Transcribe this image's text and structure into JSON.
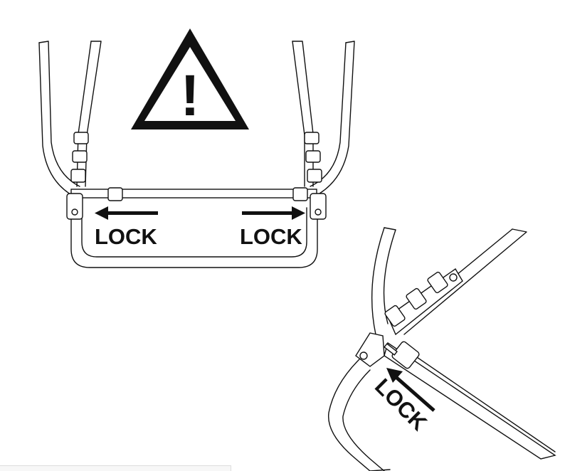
{
  "warning": {
    "icon": "warning-triangle-icon",
    "symbol": "!"
  },
  "front_view": {
    "left_label": "LOCK",
    "right_label": "LOCK",
    "left_arrow": "arrow-left-icon",
    "right_arrow": "arrow-right-icon"
  },
  "detail_view": {
    "label": "LOCK",
    "arrow": "arrow-up-left-icon"
  },
  "colors": {
    "line": "#111111",
    "background": "#ffffff"
  }
}
